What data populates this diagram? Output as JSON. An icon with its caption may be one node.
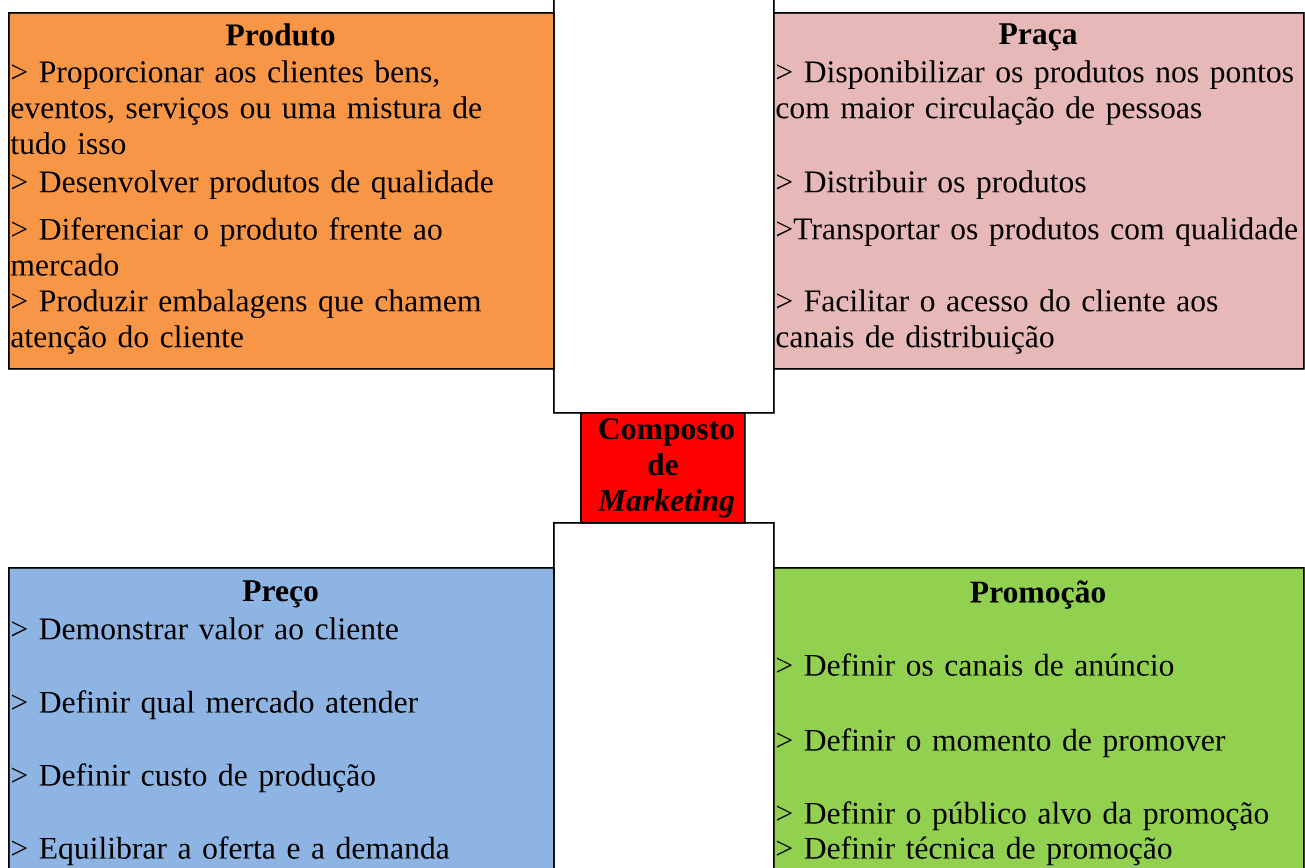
{
  "diagram": {
    "nodes": [
      {
        "text": [
          "Produto",
          "> Proporcionar aos clientes bens, eventos, serviços ou uma mistura de tudo isso",
          "> Desenvolver produtos de qualidade",
          "> Diferenciar o produto frente ao mercado",
          "> Produzir embalagens que chamem atenção do cliente"
        ]
      },
      {
        "text": [],
        "shape": "box"
      },
      {
        "text": [
          "Praça",
          "> Disponibilizar os produtos nos pontos com maior circulação de pessoas",
          "> Distribuir os produtos",
          ">Transportar os produtos com qualidade",
          "> Facilitar o acesso do cliente aos canais de distribuição"
        ]
      },
      {
        "text": [
          "Composto de *Marketing*"
        ]
      },
      {
        "text": [],
        "shape": "box"
      },
      {
        "text": [
          "Preço",
          "> Demonstrar valor ao cliente",
          "> Definir qual mercado atender",
          "> Definir custo de produção",
          "> Equilibrar a oferta e a demanda"
        ]
      },
      {
        "text": [
          "Promoção",
          "> Definir os canais de anúncio",
          "> Definir o momento de promover",
          "> Definir o público alvo da promoção",
          "> Definir técnica de promoção"
        ]
      }
    ]
  }
}
